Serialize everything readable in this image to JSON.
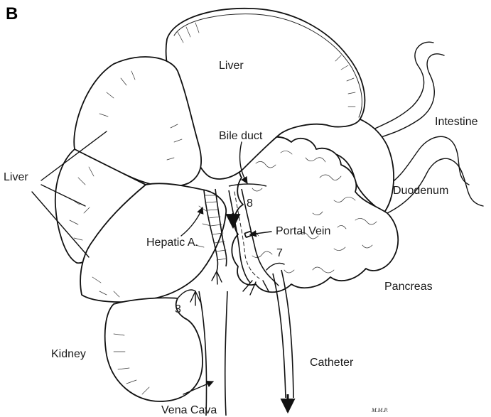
{
  "figure": {
    "panel_letter": "B",
    "labels": {
      "liver_top": "Liver",
      "liver_left": "Liver",
      "intestine": "Intestine",
      "bile_duct": "Bile duct",
      "duodenum": "Duodenum",
      "hepatic_artery": "Hepatic A.",
      "portal_vein": "Portal Vein",
      "pancreas": "Pancreas",
      "kidney": "Kidney",
      "catheter": "Catheter",
      "vena_cava": "Vena Cava",
      "num_8": "8",
      "num_7": "7",
      "num_3": "3",
      "signature": "M.M.P."
    }
  }
}
